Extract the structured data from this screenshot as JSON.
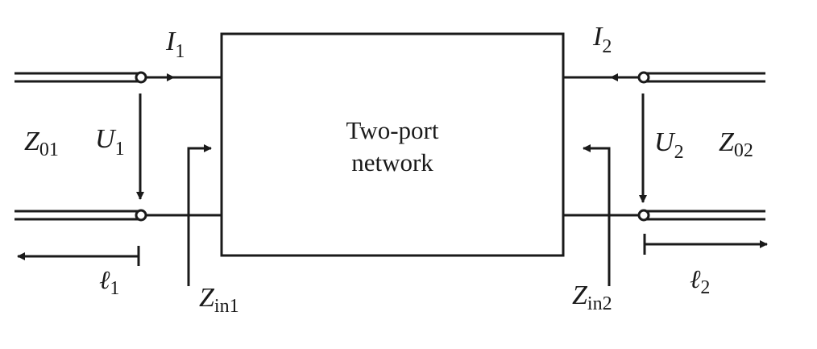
{
  "network": {
    "line1": "Two-port",
    "line2": "network"
  },
  "labels": {
    "i1": {
      "main": "I",
      "sub": "1"
    },
    "i2": {
      "main": "I",
      "sub": "2"
    },
    "u1": {
      "main": "U",
      "sub": "1"
    },
    "u2": {
      "main": "U",
      "sub": "2"
    },
    "z01": {
      "main": "Z",
      "sub": "01"
    },
    "z02": {
      "main": "Z",
      "sub": "02"
    },
    "zin1": {
      "main": "Z",
      "sub": "in1"
    },
    "zin2": {
      "main": "Z",
      "sub": "in2"
    },
    "l1": {
      "main": "ℓ",
      "sub": "1"
    },
    "l2": {
      "main": "ℓ",
      "sub": "2"
    }
  },
  "colors": {
    "stroke": "#1a1a1a",
    "background": "#ffffff"
  }
}
